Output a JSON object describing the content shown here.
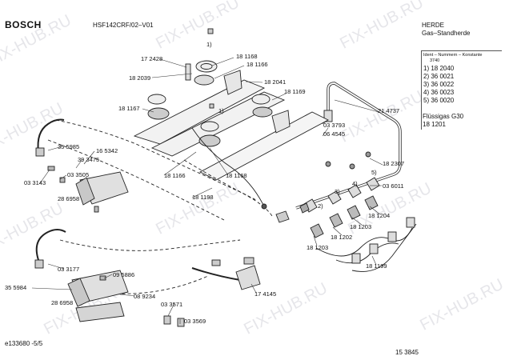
{
  "header": {
    "brand": "BOSCH",
    "model": "HSF142CRF/02–V01",
    "category1": "HERDE",
    "category2": "Gas–Standherde"
  },
  "ident_panel": {
    "title": "Ident – Nummern – Konstante",
    "number": "3740",
    "rows": [
      "1) 18 2040",
      "2) 36 0021",
      "3) 36 0022",
      "4) 36 0023",
      "5) 36 0020"
    ]
  },
  "gas_info": {
    "type": "Flüssigas G30",
    "number": "18 1201"
  },
  "part_labels": [
    "1)",
    "17 2428",
    "18 1168",
    "18 1166",
    "18 2039",
    "18 2041",
    "1)",
    "18 1169",
    "18 1167",
    "21 4737",
    "03 3793",
    "06 4545",
    "35 5985",
    "16 5342",
    "39 3475",
    "03 3505",
    "03 3143",
    "18 1166",
    "18 1168",
    "18 2307",
    "5)",
    "4)",
    "03 6011",
    "3)",
    "28 6958",
    "18 1198",
    "2)",
    "18 1204",
    "18 1203",
    "18 1202",
    "18 1203",
    "18 1199",
    "03 3177",
    "09 5886",
    "35 5984",
    "28 6958",
    "08 9234",
    "17 4145",
    "03 3571",
    "03 3569"
  ],
  "footer": {
    "left": "e133680  -5/5",
    "right": "15 3845"
  },
  "watermark": "FIX-HUB.RU"
}
